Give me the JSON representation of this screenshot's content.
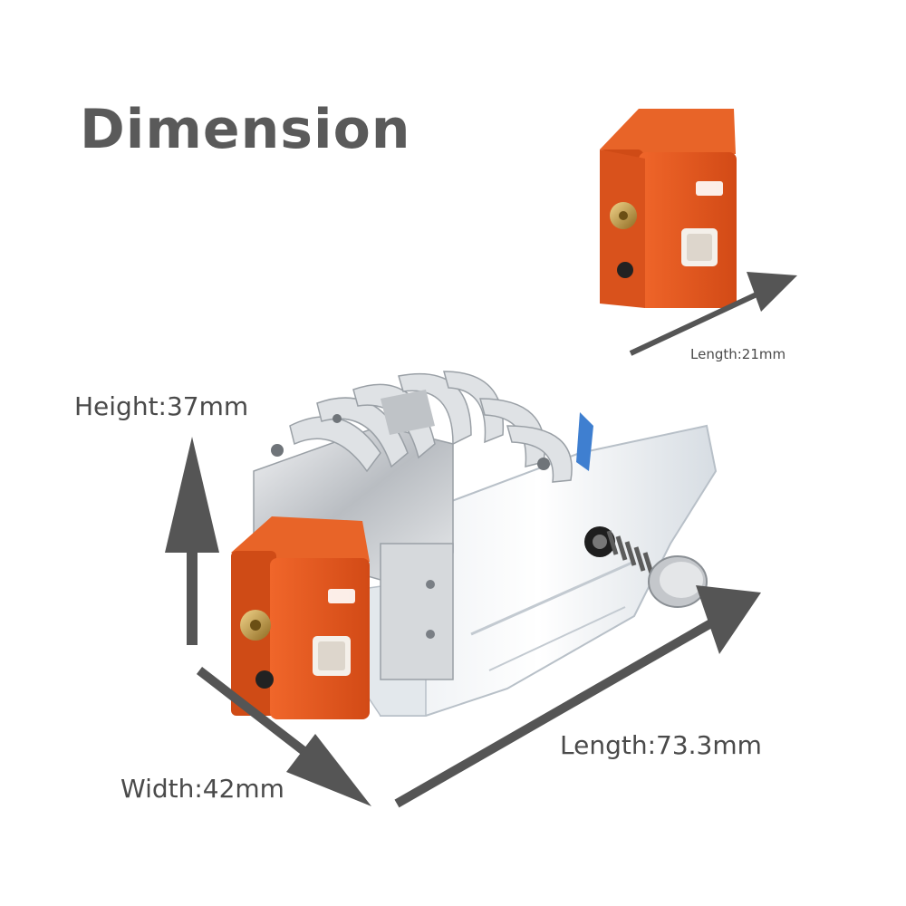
{
  "title": "Dimension",
  "labels": {
    "height": "Height:37mm",
    "width": "Width:42mm",
    "length": "Length:73.3mm",
    "heater_block_length": "Length:21mm"
  },
  "colors": {
    "title_text": "#5a5a5a",
    "label_text": "#4a4a4a",
    "arrow": "#555555",
    "heater_sock": "#e2541c",
    "aluminum": "#c9ccd0",
    "background": "#ffffff"
  }
}
